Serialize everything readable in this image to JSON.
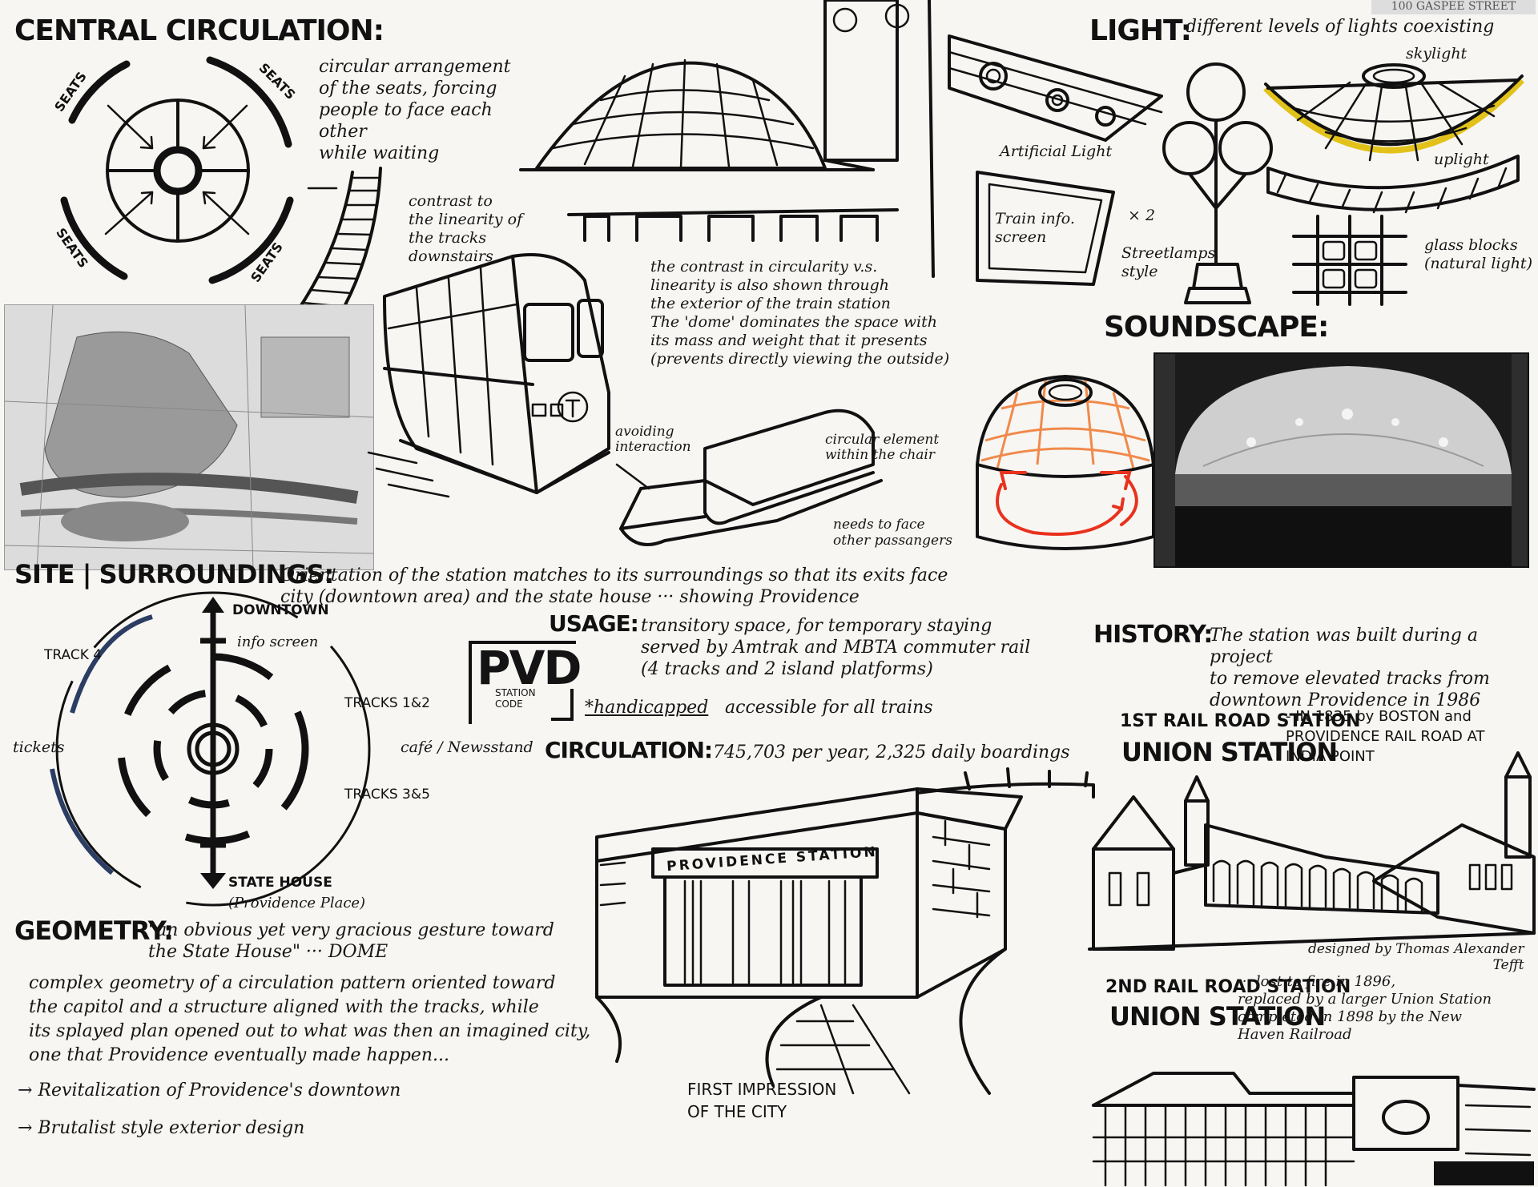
{
  "topright_label": "100 GASPEE STREET",
  "central": {
    "title": "CENTRAL CIRCULATION:",
    "seat_labels": [
      "SEATS",
      "SEATS",
      "SEATS",
      "SEATS"
    ],
    "note": "circular arrangement\nof the seats, forcing\npeople to face each other\nwhile waiting",
    "tracks_note": "contrast to\nthe linearity of\nthe tracks downstairs",
    "exterior_note": "the contrast in circularity v.s.\nlinearity is also shown through\nthe exterior of the train station\nThe 'dome' dominates the space with\nits mass and weight that it presents\n(prevents directly viewing the outside)",
    "bench_avoid": "avoiding\ninteraction",
    "bench_circ": "circular element\nwithin the chair",
    "bench_face": "needs to face\nother passangers"
  },
  "light": {
    "title": "LIGHT:",
    "subtitle": "different levels of lights coexisting",
    "skylight": "skylight",
    "artificial": "Artificial Light",
    "screen": "Train info.\nscreen",
    "times": "× 2",
    "streetlamps": "Streetlamps\nstyle",
    "uplight": "uplight",
    "glassblocks": "glass blocks\n(natural light)"
  },
  "soundscape": {
    "title": "SOUNDSCAPE:"
  },
  "site": {
    "title": "SITE | SURROUNDINGS:",
    "desc": "Orientation of the station matches to its surroundings so that its exits face\ncity (downtown area) and the state house ··· showing Providence",
    "downtown": "DOWNTOWN",
    "info_screen": "info screen",
    "track4": "TRACK 4",
    "tracks12": "TRACKS 1&2",
    "cafe": "café / Newsstand",
    "tickets": "tickets",
    "tracks35": "TRACKS 3&5",
    "statehouse": "STATE HOUSE",
    "providence_place": "(Providence Place)"
  },
  "usage": {
    "code": "PVD",
    "code_label": "STATION\nCODE",
    "title": "USAGE:",
    "desc": "transitory space, for temporary staying\nserved by Amtrak and MBTA commuter rail\n(4 tracks and 2 island platforms)",
    "handicapped": "*handicapped",
    "accessible": "accessible for all trains"
  },
  "circulation": {
    "title": "CIRCULATION:",
    "value": "745,703 per year, 2,325 daily boardings"
  },
  "history": {
    "title": "HISTORY:",
    "desc": "The station was built during a project\nto remove elevated tracks from\ndowntown Providence in 1986",
    "first_rank": "1ST RAIL ROAD STATION",
    "first_name": "UNION STATION",
    "first_desc": "- IN 1835 by BOSTON and\nPROVIDENCE RAIL ROAD AT\nINDIA POINT",
    "designer": "designed by Thomas Alexander\nTefft",
    "second_rank": "2ND RAIL ROAD STATION",
    "second_name": "UNION STATION",
    "second_desc": "··· lost to fire in 1896,\nreplaced by a larger Union Station\ncompleted in 1898 by the New\nHaven Railroad"
  },
  "facade": {
    "sign": "PROVIDENCE STATION",
    "caption": "FIRST IMPRESSION\nOF THE CITY"
  },
  "geometry": {
    "title": "GEOMETRY:",
    "quote": "\"an obvious yet very gracious gesture toward\nthe State House\" ··· DOME",
    "body": "complex geometry of a circulation pattern oriented toward\nthe capitol and a structure aligned with the tracks, while\nits splayed plan opened out to what was then an imagined city,\none that Providence eventually made happen...",
    "point1": "→ Revitalization of Providence's downtown",
    "point2": "→ Brutalist style exterior design"
  },
  "colors": {
    "ink": "#111111",
    "paper": "#f7f6f3",
    "orange": "#f08a4b",
    "red": "#e8321e",
    "yellow": "#e2c21a",
    "blue": "#2b3d63"
  }
}
